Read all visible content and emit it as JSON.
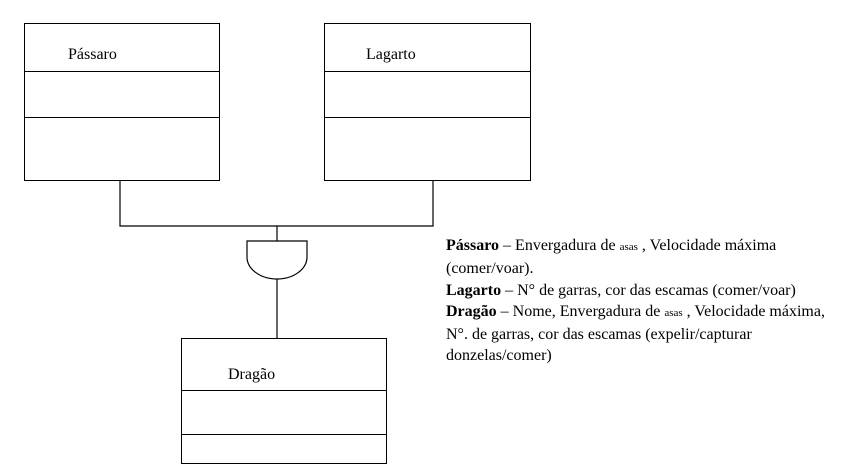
{
  "classes": {
    "passaro": {
      "name": "Pássaro"
    },
    "lagarto": {
      "name": "Lagarto"
    },
    "dragao": {
      "name": "Dragão"
    }
  },
  "legend": [
    {
      "title": "Pássaro",
      "dash": " – ",
      "text_a": "Envergadura de ",
      "small": "asas",
      "text_b": " , Velocidade máxima (comer/voar)."
    },
    {
      "title": "Lagarto",
      "dash": " – ",
      "text_a": "N° de garras, cor das escamas (comer/voar)",
      "small": "",
      "text_b": ""
    },
    {
      "title": "Dragão",
      "dash": " – ",
      "text_a": "Nome, Envergadura de ",
      "small": "asas",
      "text_b": " , Velocidade máxima, N°. de garras, cor das escamas (expelir/capturar donzelas/comer)"
    }
  ],
  "colors": {
    "line": "#000000",
    "background": "#ffffff"
  }
}
